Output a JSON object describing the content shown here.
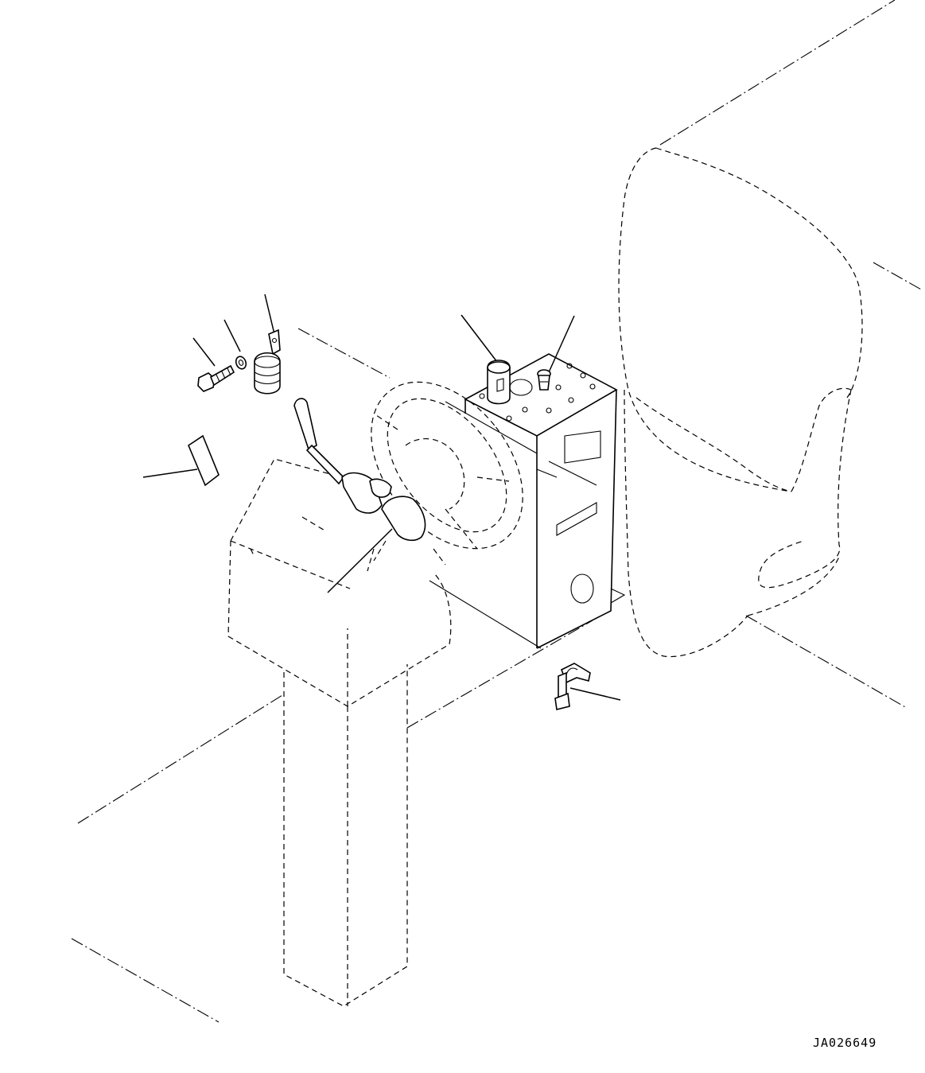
{
  "drawing": {
    "reference_code": "JA026649",
    "parts": [
      {
        "name": "bolt"
      },
      {
        "name": "washer"
      },
      {
        "name": "clamp"
      },
      {
        "name": "cylinder-cap"
      },
      {
        "name": "plug"
      },
      {
        "name": "label-plate"
      },
      {
        "name": "combination-switch"
      },
      {
        "name": "wiring-connector"
      }
    ]
  }
}
